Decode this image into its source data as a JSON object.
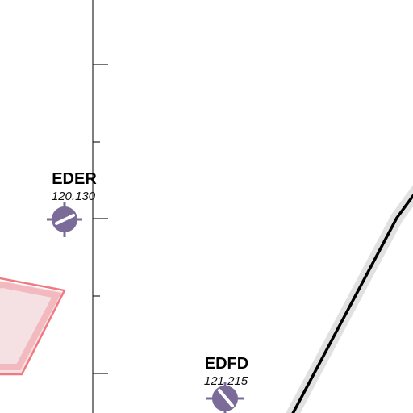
{
  "map": {
    "colors": {
      "background": "#ffffff",
      "airfield_symbol": "#7a6b99",
      "restricted_area_fill": "#f2dadd",
      "restricted_area_border": "#f07a80",
      "route_line": "#000000",
      "route_halo": "#dcdcdc",
      "meridian": "#555555"
    },
    "airfields": [
      {
        "code": "EDER",
        "frequency": "120.130",
        "icon": "airfield-icon"
      },
      {
        "code": "EDFD",
        "frequency": "121.215",
        "icon": "airfield-icon"
      }
    ]
  }
}
